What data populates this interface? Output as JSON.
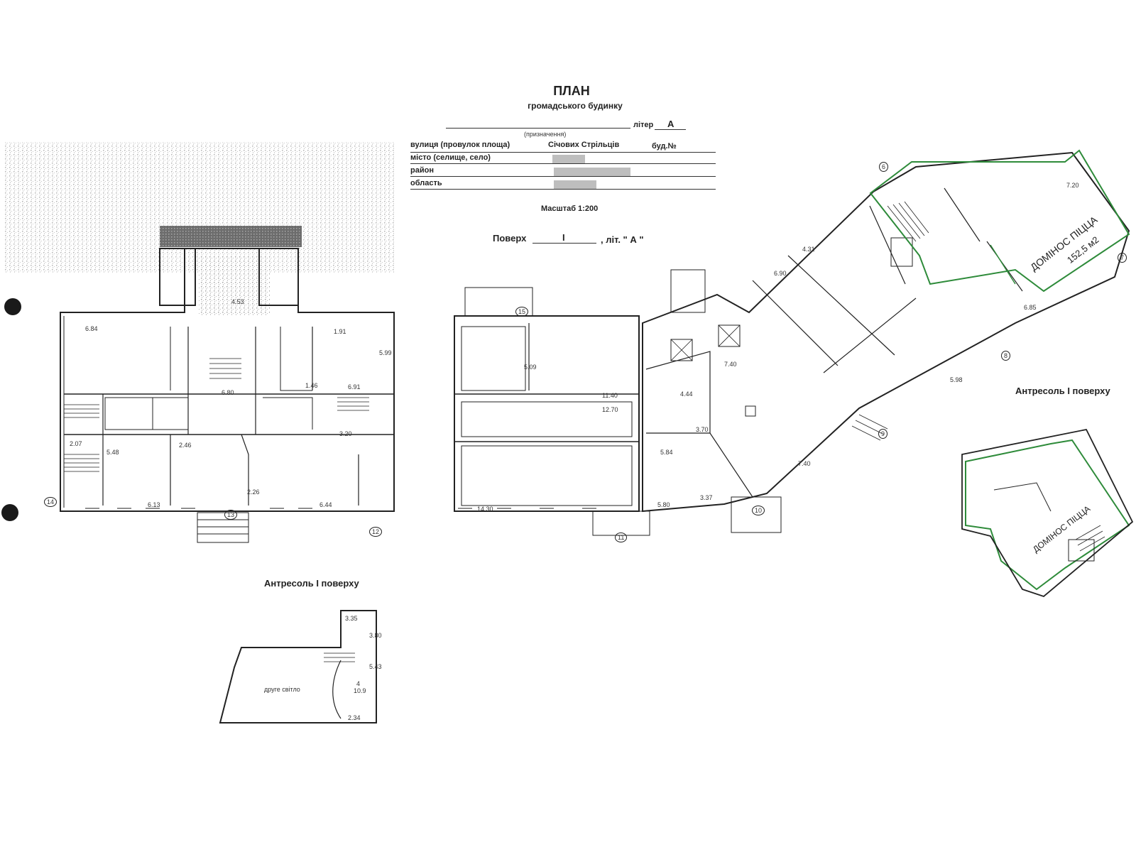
{
  "header": {
    "title": "ПЛАН",
    "subtitle": "громадського будинку",
    "liter_label": "літер",
    "liter_value": "А",
    "purpose_caption": "(призначення)"
  },
  "address": {
    "street_label": "вулиця (провулок площа)",
    "street_value": "Січових Стрільців",
    "building_label": "буд.№",
    "city_label": "місто (селище, село)",
    "district_label": "район",
    "region_label": "область"
  },
  "scale_text": "Масштаб 1:200",
  "floor_line": {
    "floor_label": "Поверх",
    "floor_value": "І",
    "liter_suffix": ", літ. \" А \""
  },
  "mezzanine_main": {
    "title": "Антресоль І поверху",
    "room_note": "друге світло",
    "dims": [
      "3.35",
      "3.80",
      "5.43",
      "2.34"
    ],
    "room_number": "4",
    "room_area": "10.9"
  },
  "mezzanine_right": {
    "title": "Антресоль І поверху",
    "tenant_label": "ДОМІНОС ПІЦЦА"
  },
  "highlight": {
    "tenant_label": "ДОМІНОС ПІЦЦА",
    "area_label": "152,5 м2",
    "color": "#2e8b3a"
  },
  "axis_markers": [
    "14",
    "13",
    "12",
    "11",
    "10",
    "9",
    "8",
    "7",
    "6",
    "15"
  ],
  "dimension_labels": [
    "6.84",
    "4.53",
    "6.80",
    "1.91",
    "6.91",
    "5.99",
    "5.09",
    "11.40",
    "12.70",
    "14.30",
    "6.13",
    "6.44",
    "2.07",
    "5.48",
    "2.46",
    "2.26",
    "3.20",
    "1.46",
    "7.40",
    "4.44",
    "3.70",
    "5.84",
    "3.37",
    "5.80",
    "5.98",
    "7.40",
    "4.31",
    "6.90",
    "7.20",
    "6.85"
  ]
}
